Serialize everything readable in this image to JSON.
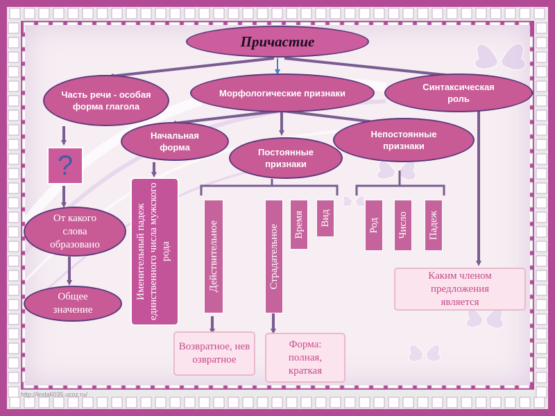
{
  "title": "Причастие",
  "nodes": {
    "part_of_speech": "Часть речи - особая форма глагола",
    "morph": "Морфологические признаки",
    "syntax": "Синтаксическая роль",
    "initial_form": "Начальная форма",
    "constant": "Постоянные признаки",
    "variable": "Непостоянные признаки",
    "question_mark": "?",
    "from_word": "От какого слова образовано",
    "general_meaning": "Общее значение",
    "initial_form_desc": "Именительный падеж единственного числа мужского рода",
    "active": "Действительное",
    "passive": "Страдательное",
    "tense": "Время",
    "aspect": "Вид",
    "gender": "Род",
    "number": "Число",
    "case": "Падеж",
    "reflexive": "Возвратное, невозвратное",
    "form": "Форма: полная, краткая",
    "member": "Каким членом предложения является"
  },
  "footer_url": "http://linda6035.ucoz.ru/",
  "colors": {
    "oval_fill": "#c85a96",
    "oval_border": "#5e3a7a",
    "arrow": "#7a5c92",
    "box_text": "#c84a8c"
  },
  "icons": {
    "frame": "pink-white-checker-frame",
    "butterflies": "butterfly-decoration"
  }
}
